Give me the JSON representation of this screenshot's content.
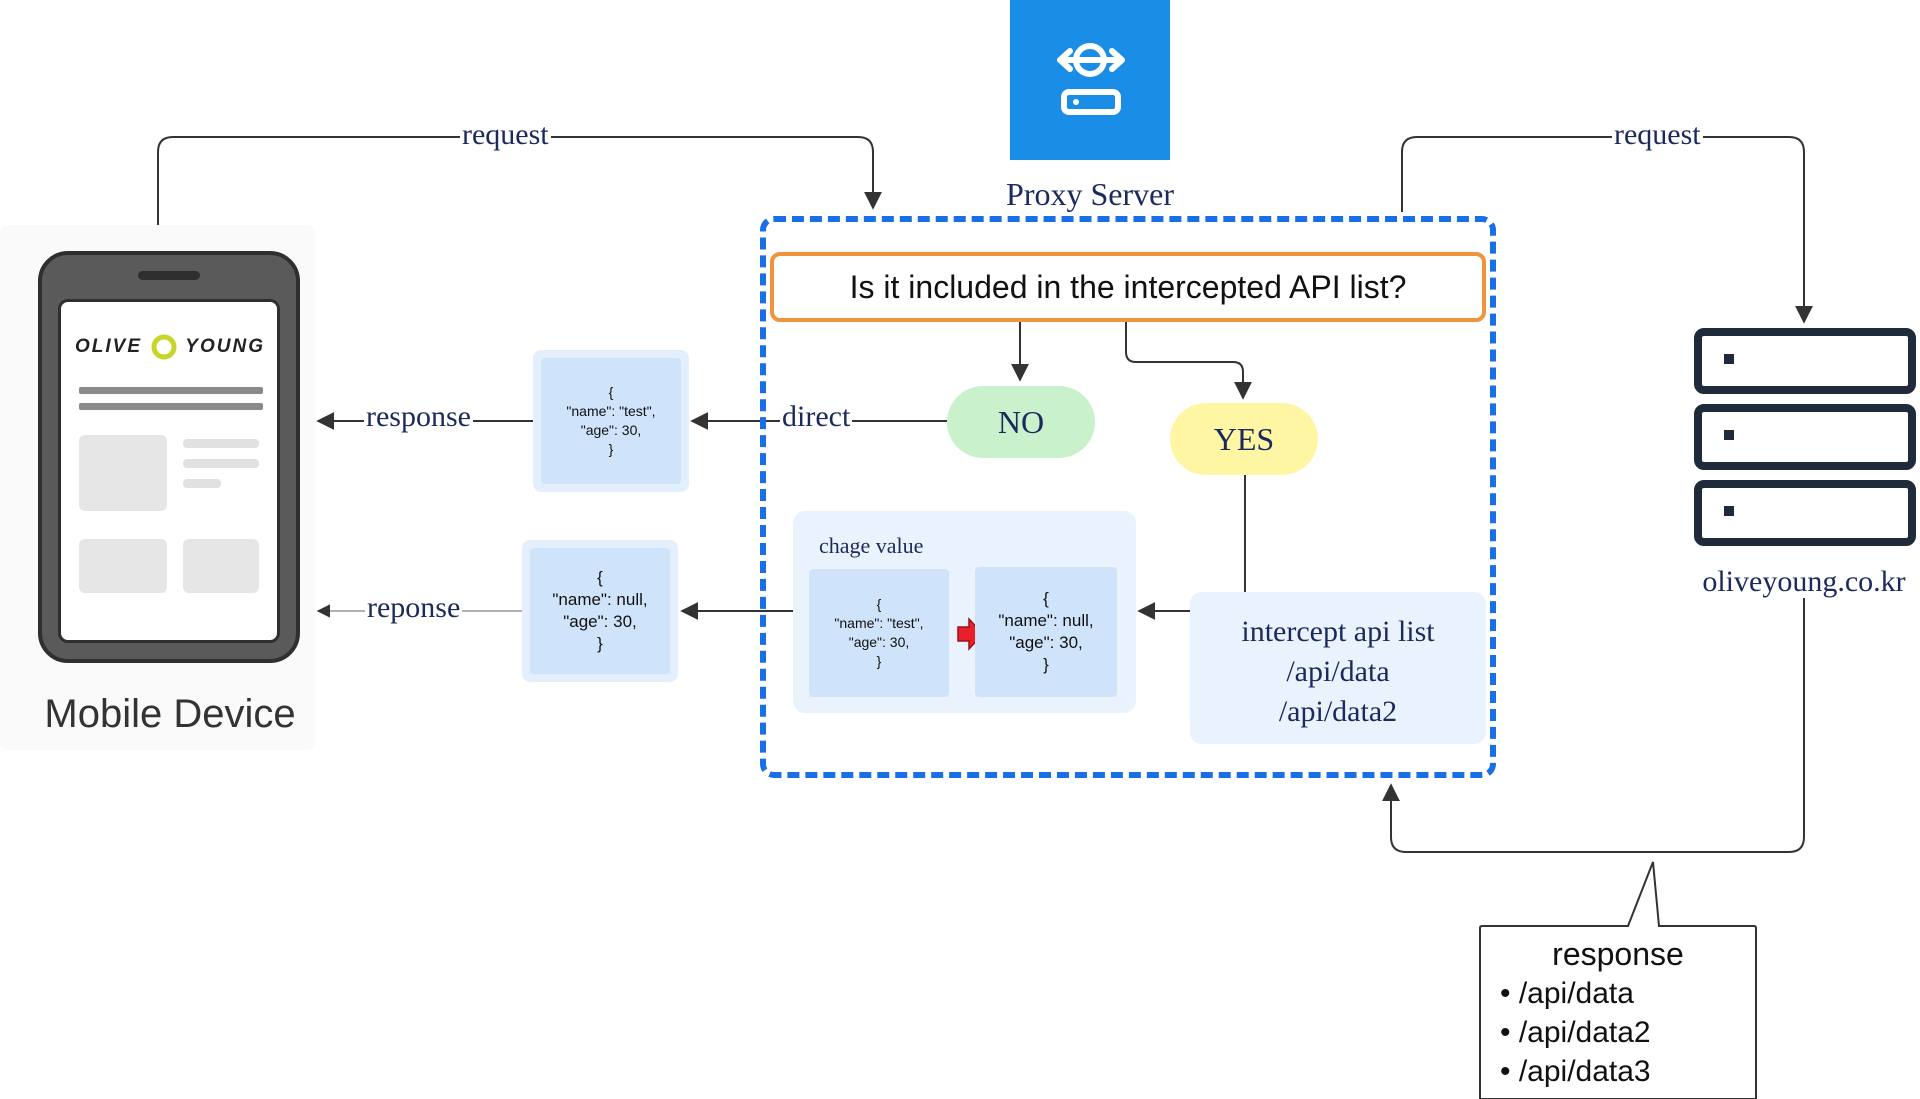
{
  "proxy": {
    "label": "Proxy Server",
    "icon": "proxy-server-icon",
    "color": "#1a8ee6",
    "question": "Is it included in the intercepted API list?",
    "no_label": "NO",
    "yes_label": "YES",
    "change_title": "chage value",
    "before_json": "{\n\"name\": \"test\",\n\"age\": 30,\n}",
    "after_json": "{\n\"name\": null,\n\"age\": 30,\n}",
    "intercept_title": "intercept api list",
    "intercept_items": [
      "/api/data",
      "/api/data2"
    ]
  },
  "device": {
    "label": "Mobile Device",
    "brand_left": "OLIVE",
    "brand_right": "YOUNG"
  },
  "server": {
    "label": "oliveyoung.co.kr",
    "icon": "server-rack-icon"
  },
  "edges": {
    "request_left": "request",
    "request_right": "request",
    "direct": "direct",
    "response_top": "response",
    "response_bottom": "reponse"
  },
  "response_json": {
    "direct": "{\n\"name\": \"test\",\n\"age\": 30,\n}",
    "changed": "{\n\"name\": null,\n\"age\": 30,\n}"
  },
  "callout": {
    "title": "response",
    "items": [
      "/api/data",
      "/api/data2",
      "/api/data3"
    ]
  },
  "colors": {
    "edge": "#333333",
    "decision_border": "#f0933a",
    "no_fill": "#c9f2cc",
    "yes_fill": "#fff6a3",
    "json_fill": "#cfe3fb",
    "panel_fill": "#eaf3fd",
    "arrow_red": "#e8202a",
    "server_color": "#1f2b3a"
  }
}
